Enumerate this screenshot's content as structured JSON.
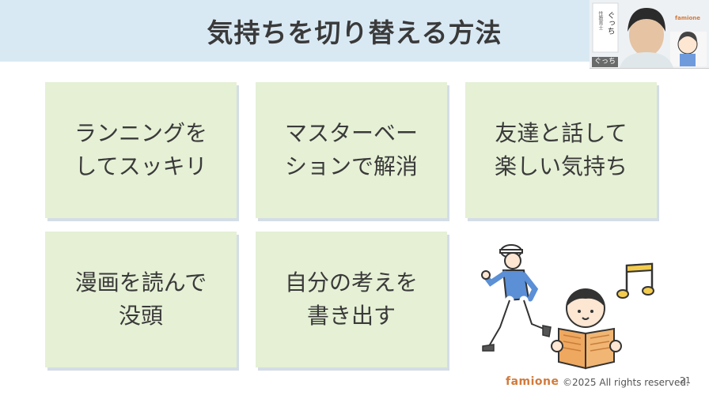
{
  "title": "気持ちを切り替える方法",
  "cards": [
    {
      "text": "ランニングを\nしてスッキリ"
    },
    {
      "text": "マスターベー\nションで解消"
    },
    {
      "text": "友達と話して\n楽しい気持ち"
    },
    {
      "text": "漫画を読んで\n没頭"
    },
    {
      "text": "自分の考えを\n書き出す"
    }
  ],
  "webcam": {
    "name": "ぐっち",
    "brand": "famione",
    "sign": "ぐっち",
    "sign_sub": "性教育士"
  },
  "footer": {
    "logo": "famione",
    "copyright": "©2025 All rights reserved.",
    "page": "21"
  },
  "colors": {
    "title_band": "#d9e9f4",
    "card_bg": "#e5f0d5",
    "accent_orange": "#d27a3a"
  },
  "icons": {
    "illustration_runner": "running-man-icon",
    "illustration_reader": "boy-reading-icon",
    "illustration_music": "music-note-icon"
  }
}
